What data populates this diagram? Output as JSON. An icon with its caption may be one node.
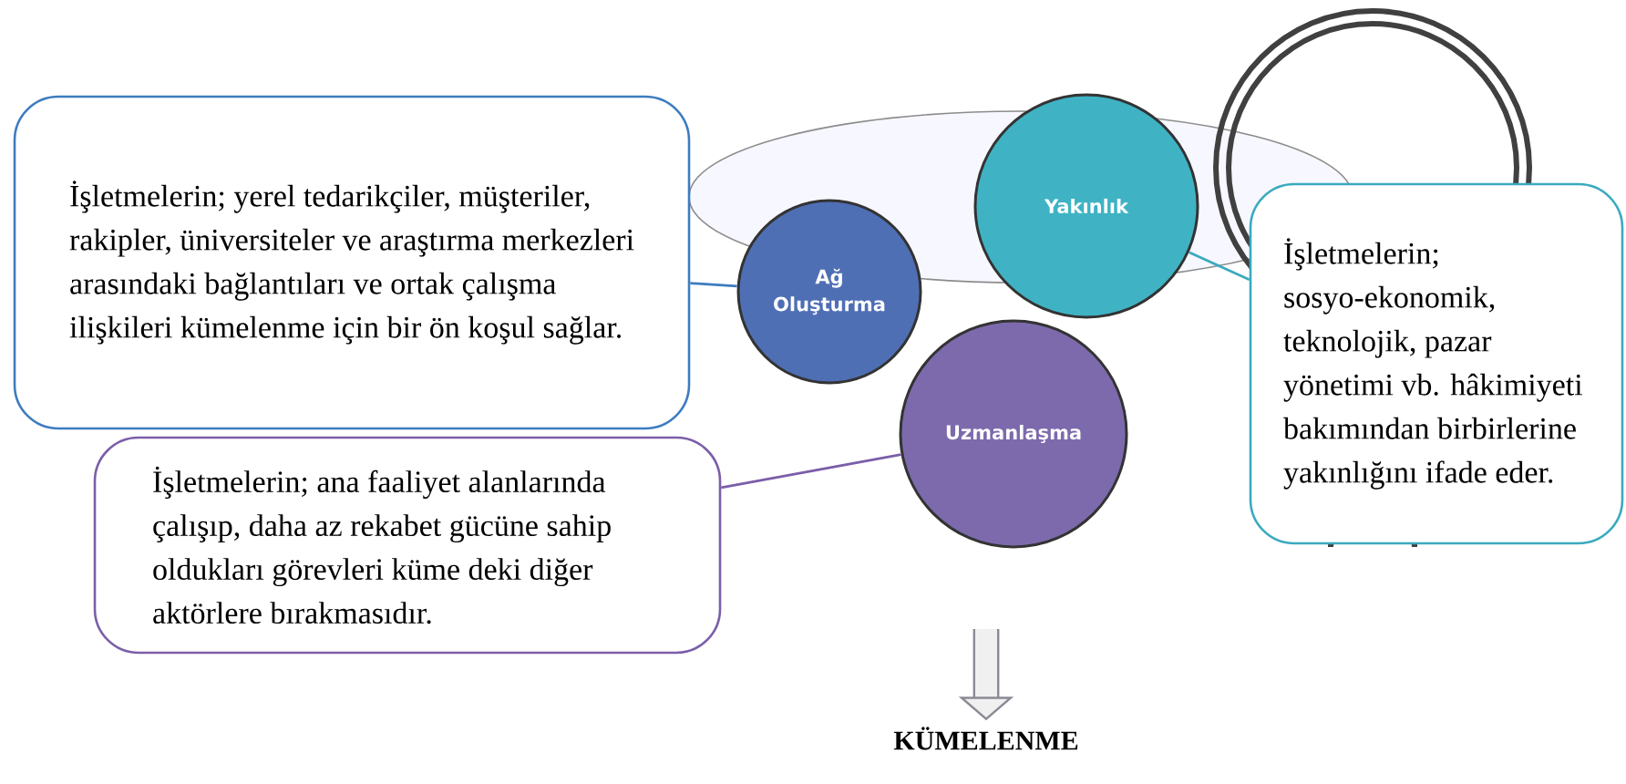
{
  "diagram": {
    "nodes": [
      {
        "text": [
          "Ağ Oluşturma"
        ]
      },
      {
        "text": [
          "Yakınlık"
        ]
      },
      {
        "text": [
          "Uzmanlaşma"
        ]
      },
      {
        "text": [
          "İşletmelerin; yerel tedarikçiler, müşteriler, rakipler, üniversiteler ve araştırma merkezleri arasındaki bağlantıları ve ortak çalışma ilişkileri kümelenme için bir ön koşul sağlar."
        ]
      },
      {
        "text": [
          "İşletmelerin; sosyo-ekonomik, teknolojik, pazar yönetimi vb. hâkimiyeti bakımından birbirlerine yakınlığını ifade eder."
        ]
      },
      {
        "text": [
          "İşletmelerin; ana faaliyet alanlarında çalışıp, daha az rekabet gücüne sahip oldukları görevleri küme deki diğer aktörlere bırakmasıdır."
        ]
      },
      {
        "text": [
          "KÜMELENME"
        ]
      }
    ],
    "edges": [
      {
        "from": 3,
        "to": 0,
        "arrow": "none",
        "color": "#3d7cc0"
      },
      {
        "from": 4,
        "to": 1,
        "arrow": "none",
        "color": "#3aaabf"
      },
      {
        "from": 5,
        "to": 2,
        "arrow": "none",
        "color": "#7b5ea8"
      },
      {
        "from": null,
        "to": 6,
        "arrow": "to",
        "style": "thick",
        "color": "#8a8a96"
      }
    ]
  }
}
